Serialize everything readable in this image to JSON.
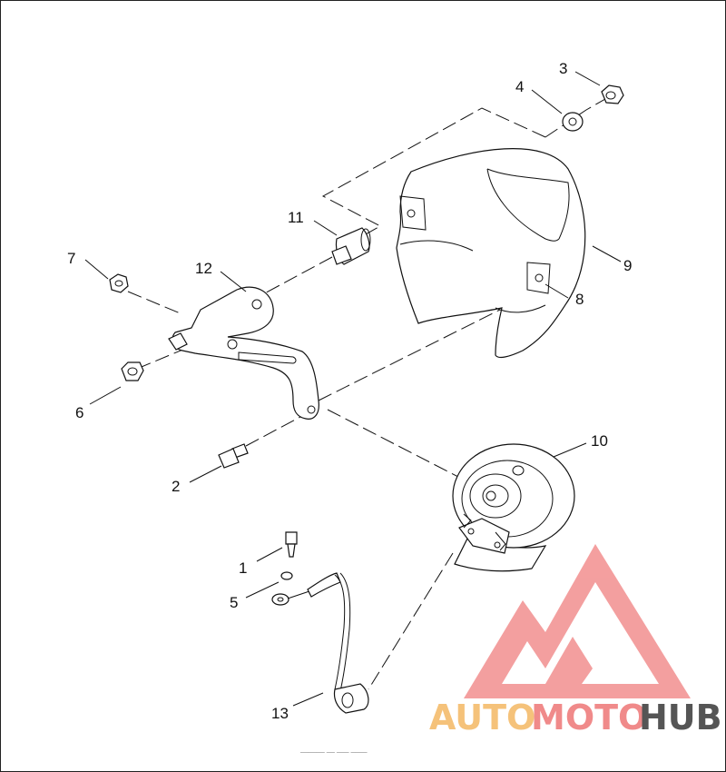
{
  "diagram": {
    "callouts": {
      "c1": "1",
      "c2": "2",
      "c3": "3",
      "c4": "4",
      "c5": "5",
      "c6": "6",
      "c7": "7",
      "c8": "8",
      "c9": "9",
      "c10": "10",
      "c11": "11",
      "c12": "12",
      "c13": "13"
    },
    "footer_code": "______ __ ___ ____"
  },
  "watermark": {
    "part1": "AUTO",
    "part2": "MOTO",
    "part3": "HUB",
    "color_part1": "#f5c27a",
    "color_part2": "#f08a8a",
    "color_part3": "#555555",
    "logo_color": "#f07f7f"
  }
}
